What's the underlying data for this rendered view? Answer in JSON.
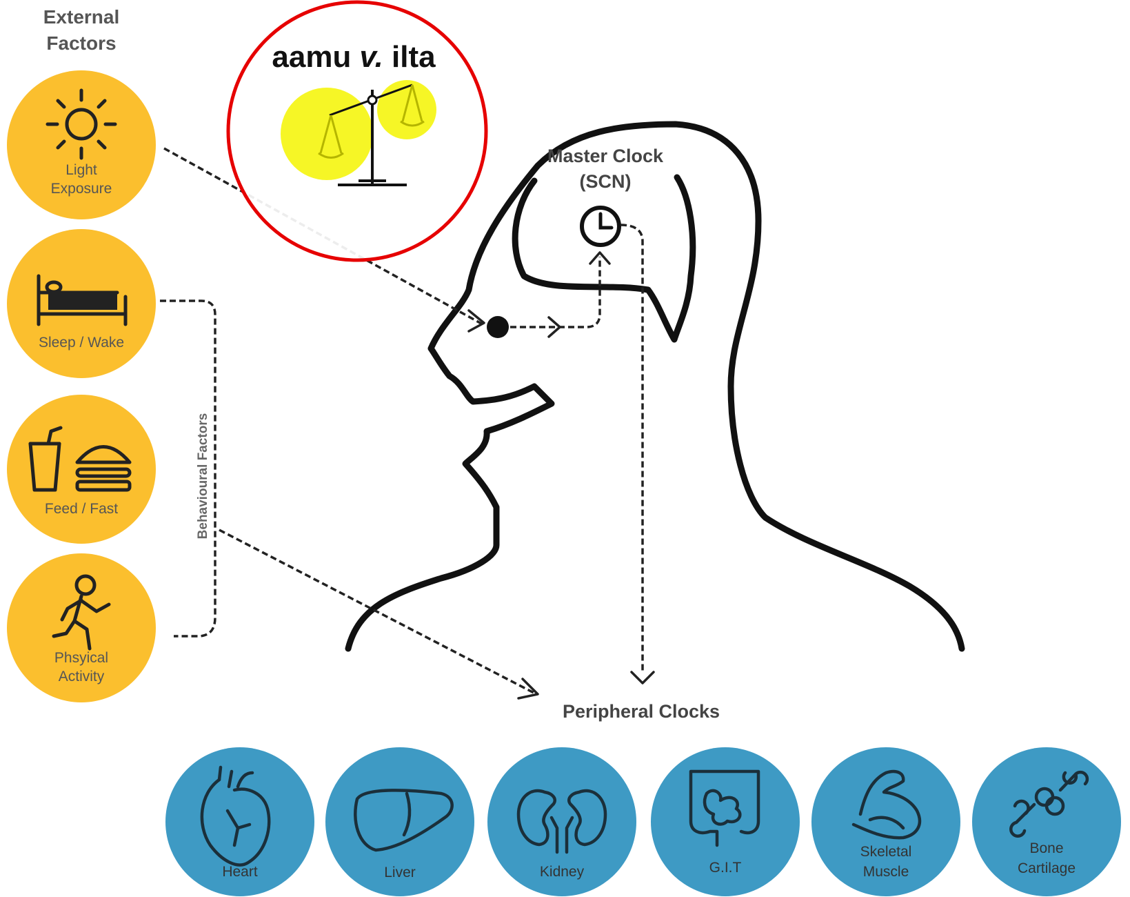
{
  "external_factors": {
    "title_line1": "External",
    "title_line2": "Factors",
    "items": [
      {
        "icon": "sun-icon",
        "line1": "Light",
        "line2": "Exposure"
      },
      {
        "icon": "bed-icon",
        "line1": "Sleep / Wake",
        "line2": ""
      },
      {
        "icon": "food-drink-icon",
        "line1": "Feed / Fast",
        "line2": ""
      },
      {
        "icon": "running-person-icon",
        "line1": "Phsyical",
        "line2": "Activity"
      }
    ],
    "color": "#fbbf2e"
  },
  "behavioural_label": "Behavioural Factors",
  "annotation": {
    "text_part1": "aamu ",
    "text_italic": "v.",
    "text_part2": " ilta",
    "circle_color": "#e60000",
    "highlight_color": "#f5f500",
    "icon": "balance-scale-icon"
  },
  "master_clock": {
    "line1": "Master Clock",
    "line2": "(SCN)",
    "icon": "clock-icon"
  },
  "peripheral_clocks": {
    "title": "Peripheral Clocks",
    "color": "#3e9ac4",
    "organs": [
      {
        "icon": "heart-icon",
        "line1": "Heart",
        "line2": ""
      },
      {
        "icon": "liver-icon",
        "line1": "Liver",
        "line2": ""
      },
      {
        "icon": "kidney-icon",
        "line1": "Kidney",
        "line2": ""
      },
      {
        "icon": "intestine-icon",
        "line1": "G.I.T",
        "line2": ""
      },
      {
        "icon": "muscle-icon",
        "line1": "Skeletal",
        "line2": "Muscle"
      },
      {
        "icon": "bone-icon",
        "line1": "Bone",
        "line2": "Cartilage"
      }
    ]
  }
}
